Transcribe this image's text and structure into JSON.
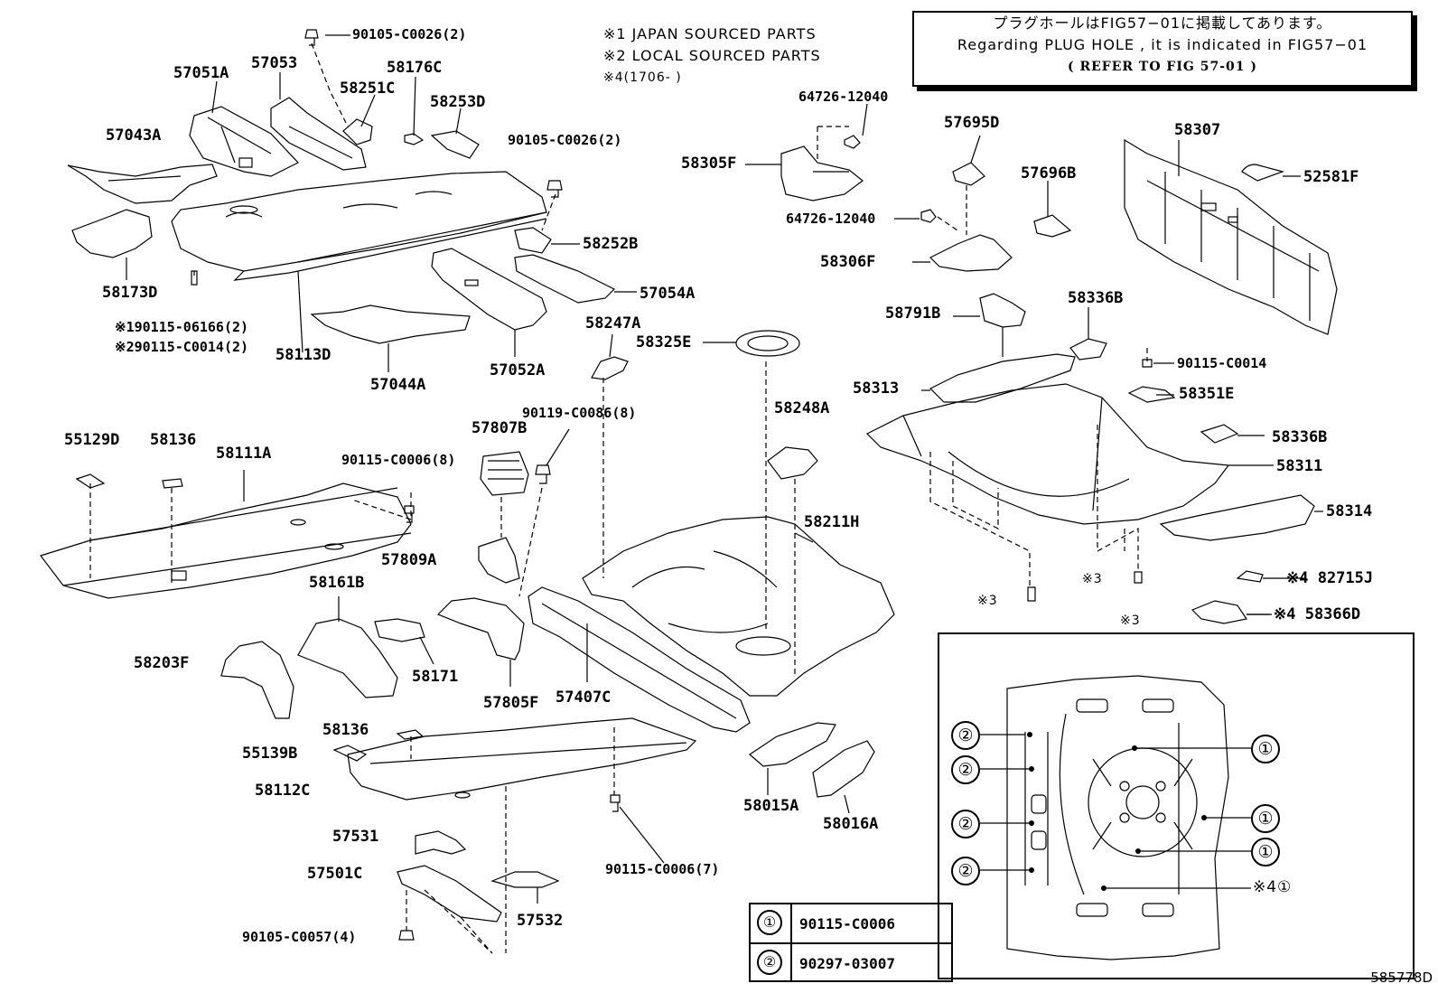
{
  "header_notes": {
    "jp_line": "プラグホールはFIG57−01に掲載してあります。",
    "en_line": "Regarding PLUG HOLE , it is indicated in FIG57−01",
    "ref_line": "( REFER TO FIG 57-01 )"
  },
  "source_notes": {
    "note1": "※1 JAPAN SOURCED PARTS",
    "note2": "※2 LOCAL SOURCED PARTS",
    "note4": "※4(1706-      )"
  },
  "part_labels": {
    "p90105_C0026_top": "90105-C0026(2)",
    "p57051A": "57051A",
    "p57053": "57053",
    "p58176C": "58176C",
    "p58251C": "58251C",
    "p58253D": "58253D",
    "p57043A": "57043A",
    "p90105_C0026_mid": "90105-C0026(2)",
    "p58252B": "58252B",
    "p58173D": "58173D",
    "p190115": "※190115-06166(2)",
    "p290115": "※290115-C0014(2)",
    "p58113D": "58113D",
    "p57054A": "57054A",
    "p57044A": "57044A",
    "p57052A": "57052A",
    "p58247A": "58247A",
    "p58325E": "58325E",
    "p64726_top": "64726-12040",
    "p58305F": "58305F",
    "p64726_mid": "64726-12040",
    "p57695D": "57695D",
    "p57696B": "57696B",
    "p58306F": "58306F",
    "p58307": "58307",
    "p52581F": "52581F",
    "p58791B": "58791B",
    "p58336B_top": "58336B",
    "p90115_C0014": "90115-C0014",
    "p58313": "58313",
    "p58351E": "58351E",
    "p58248A": "58248A",
    "p58336B_mid": "58336B",
    "p58311": "58311",
    "p58314": "58314",
    "p55129D": "55129D",
    "p58136_top": "58136",
    "p58111A": "58111A",
    "p90115_C0006_8": "90115-C0006(8)",
    "p57807B": "57807B",
    "p90119_C0086": "90119-C0086(8)",
    "p58211H": "58211H",
    "p57809A": "57809A",
    "p58161B": "58161B",
    "p58203F": "58203F",
    "p58171": "58171",
    "p57805F": "57805F",
    "p57407C": "57407C",
    "p58136_bot": "58136",
    "p55139B": "55139B",
    "p58112C": "58112C",
    "p58015A": "58015A",
    "p58016A": "58016A",
    "p57531": "57531",
    "p90115_C0006_7": "90115-C0006(7)",
    "p57501C": "57501C",
    "p57532": "57532",
    "p90105_C0057": "90105-C0057(4)",
    "p82715J": "※4 82715J",
    "p58366D": "※4 58366D",
    "p_ref3_a": "※3",
    "p_ref3_b": "※3",
    "p_ref3_inset": "※3"
  },
  "inset": {
    "callouts": [
      "②",
      "②",
      "②",
      "②",
      "①",
      "①",
      "①",
      "※4①"
    ]
  },
  "legend": [
    {
      "symbol": "①",
      "part": "90115-C0006"
    },
    {
      "symbol": "②",
      "part": "90297-03007"
    }
  ],
  "figure_id": "585778D"
}
